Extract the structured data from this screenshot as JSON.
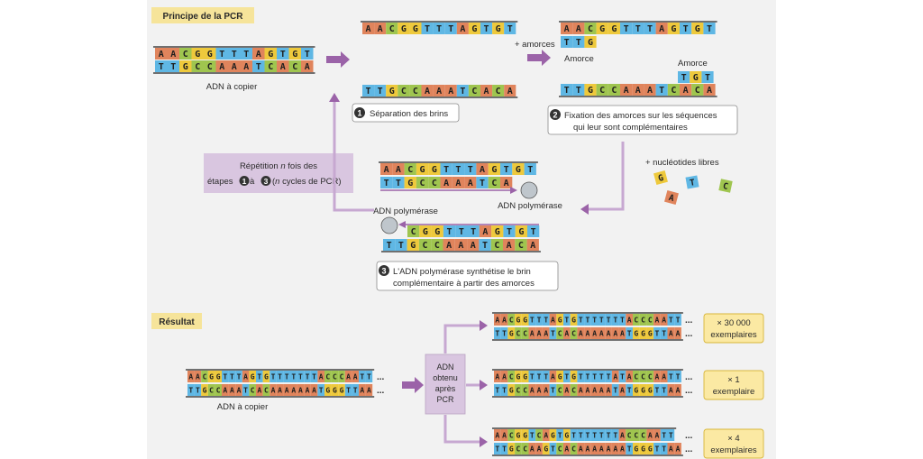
{
  "colors": {
    "A": "#e0845c",
    "C": "#9fc54f",
    "G": "#eec93c",
    "T": "#5fb7e4",
    "purple": "#9b63a8",
    "panel": "#f2f2f2",
    "header_bg": "#f6e49a",
    "result_bg": "#fbe9a3",
    "result_border": "#d8b63a"
  },
  "principle": {
    "header": "Principe de la PCR",
    "dna_label": "ADN à copier",
    "strand_top": "AACGGTTTAGTGT",
    "strand_bottom": "TTGCCAAATCACA",
    "step1_num": "1",
    "step1": "Séparation des brins",
    "step2_num": "2",
    "step2_line1": "Fixation des amorces sur les séquences",
    "step2_line2": "qui leur sont complémentaires",
    "plus_primers": "+ amorces",
    "primer_top": "TTG",
    "primer_bottom": "TGT",
    "primer_label": "Amorce",
    "free_nucleotides": "+ nucléotides libres",
    "loose": [
      "G",
      "A",
      "T",
      "C"
    ],
    "polymerase_label": "ADN polymérase",
    "growing_top": "TTGCCAAATCA",
    "growing_bottom": "CGGTTTAGTGT",
    "step3_num": "3",
    "step3_line1": "L'ADN polymérase synthétise le brin",
    "step3_line2": "complémentaire à partir des amorces",
    "repeat_line1_a": "Répétition ",
    "repeat_line1_n": "n",
    "repeat_line1_b": " fois des",
    "repeat_line2_a": "étapes ",
    "repeat_num1": "1",
    "repeat_line2_mid": " à ",
    "repeat_num3": "3",
    "repeat_line2_b": " (",
    "repeat_line2_n": "n",
    "repeat_line2_c": " cycles de PCR)"
  },
  "result": {
    "header": "Résultat",
    "dna_label": "ADN à copier",
    "input_top": "AACGGTTTAGTGTTTTTTTACCCAATT",
    "input_bottom": "TTGCCAAATCACAAAAAAATGGGTTAA",
    "ellipsis": "...",
    "center_box": [
      "ADN",
      "obtenu",
      "après",
      "PCR"
    ],
    "outputs": [
      {
        "top": "AACGGTTTAGTGTTTTTTTACCCAATT",
        "bottom": "TTGCCAAATCACAAAAAAATGGGTTAA",
        "count": "× 30 000",
        "unit": "exemplaires"
      },
      {
        "top": "AACGGTTTAGTGTTTTTATACCCAATT",
        "bottom": "TTGCCAAATCACAAAAATATGGGTTAA",
        "count": "× 1",
        "unit": "exemplaire"
      },
      {
        "top": "AACGGTCAGTGTTTTTTTACCCAATT",
        "bottom": "TTGCCAAGTCACAAAAAAATGGGTTAA",
        "count": "× 4",
        "unit": "exemplaires"
      }
    ]
  }
}
